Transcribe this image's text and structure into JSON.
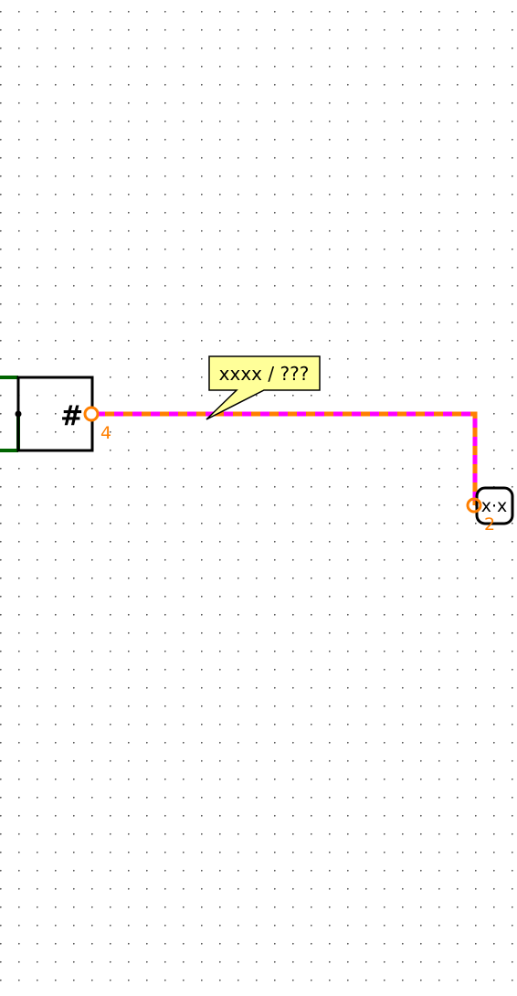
{
  "diagram": {
    "source_component": {
      "symbol": "#",
      "pin_number": "4"
    },
    "target_component": {
      "symbol": "x·x",
      "pin_number": "2"
    },
    "wire": {
      "tooltip": "xxxx / ???"
    },
    "colors": {
      "grid_dot": "#555555",
      "component_outline": "#000000",
      "input_wire": "#006400",
      "wire_primary": "#ff7f00",
      "wire_dash": "#ff00ff",
      "pin": "#ff7f00",
      "pin_label": "#ff7f00",
      "tooltip_fill": "#ffff99",
      "tooltip_border": "#000000"
    }
  }
}
